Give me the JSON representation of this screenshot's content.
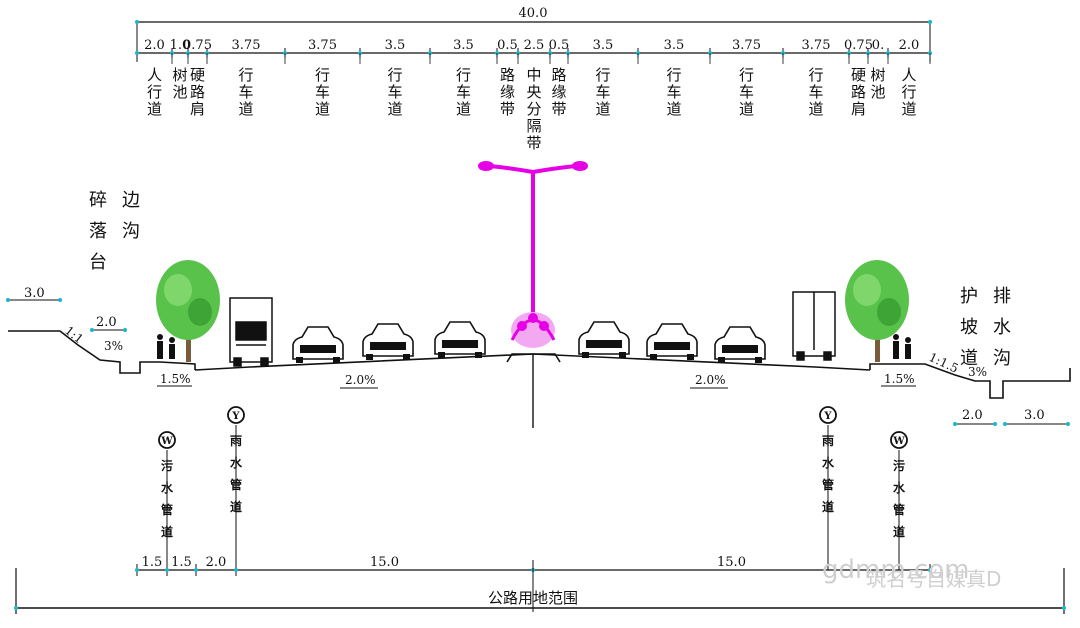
{
  "total_width": "40.0",
  "segments": [
    {
      "width": "2.0",
      "label": "人行道"
    },
    {
      "width": "1.0",
      "label": "树池"
    },
    {
      "width": "0.75",
      "label": "硬路肩"
    },
    {
      "width": "3.75",
      "label": "行车道"
    },
    {
      "width": "3.75",
      "label": "行车道"
    },
    {
      "width": "3.5",
      "label": "行车道"
    },
    {
      "width": "3.5",
      "label": "行车道"
    },
    {
      "width": "0.5",
      "label": "路缘带"
    },
    {
      "width": "2.5",
      "label": "中央分隔带"
    },
    {
      "width": "0.5",
      "label": "路缘带"
    },
    {
      "width": "3.5",
      "label": "行车道"
    },
    {
      "width": "3.5",
      "label": "行车道"
    },
    {
      "width": "3.75",
      "label": "行车道"
    },
    {
      "width": "3.75",
      "label": "行车道"
    },
    {
      "width": "0.75",
      "label": "硬路肩"
    },
    {
      "width": "0.",
      "label": "树池"
    },
    {
      "width": "2.0",
      "label": "人行道"
    }
  ],
  "left_side": {
    "labels": [
      "碎落台",
      "边沟"
    ],
    "dim_top": "3.0",
    "dim_ditch": "2.0",
    "slope": "1:1",
    "slope_pct": "3%",
    "walk_slope": "1.5%"
  },
  "right_side": {
    "labels": [
      "护坡道",
      "排水沟"
    ],
    "dim_a": "2.0",
    "dim_b": "3.0",
    "slope": "1:1.5",
    "slope_pct": "3%",
    "walk_slope": "1.5%"
  },
  "road_slope_left": "2.0%",
  "road_slope_right": "2.0%",
  "pipes": {
    "sewage": "污水管道",
    "rain": "雨水管道",
    "sewage_symbol": "W",
    "rain_symbol": "Y"
  },
  "bottom_dims": [
    "1.5",
    "1.5",
    "2.0",
    "15.0",
    "15.0"
  ],
  "bottom_label": "公路用地范围",
  "watermark": {
    "url": "gdmm.com",
    "text": "筑名号自媒真D"
  },
  "colors": {
    "lines": "#111111",
    "ticks": "#19b7c9",
    "lamp": "#e600e6",
    "tree": "#58c24a",
    "median_plant": "#e600e6"
  }
}
